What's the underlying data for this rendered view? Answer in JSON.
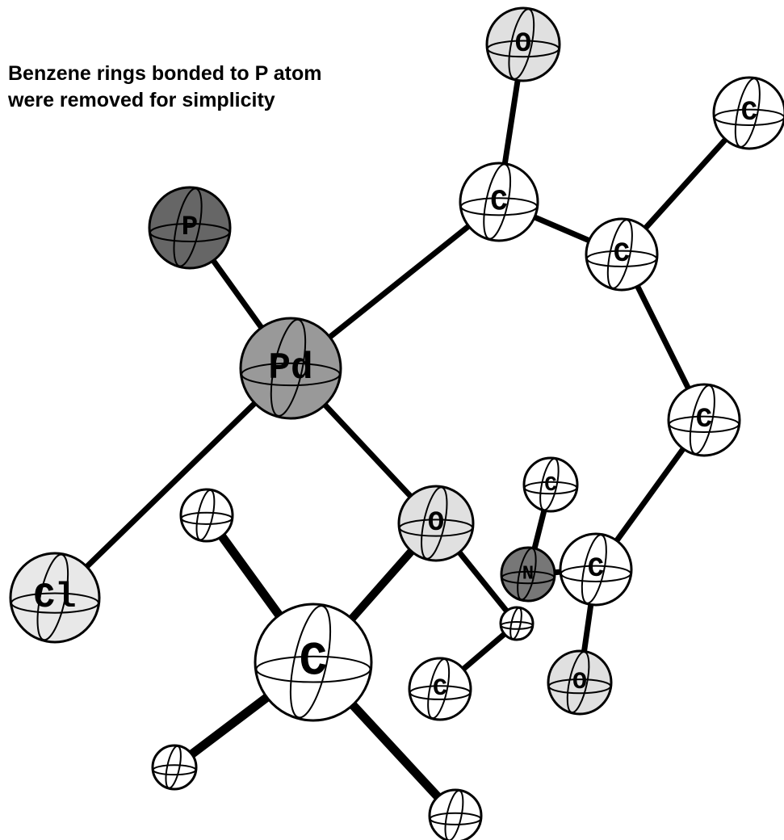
{
  "caption": {
    "line1": "Benzene rings bonded to P atom",
    "line2": "were removed for simplicity"
  },
  "element_shades": {
    "Pd": "#999999",
    "P": "#666666",
    "N": "#777777",
    "O": "#e0e0e0",
    "Cl": "#e8e8e8",
    "C": "#ffffff",
    "H": "#ffffff"
  },
  "atoms": [
    {
      "id": "Pd",
      "label": "Pd",
      "element": "Pd"
    },
    {
      "id": "P",
      "label": "P",
      "element": "P"
    },
    {
      "id": "Cl",
      "label": "Cl",
      "element": "Cl"
    },
    {
      "id": "O_top",
      "label": "O",
      "element": "O"
    },
    {
      "id": "C_carbonyl",
      "label": "C",
      "element": "C"
    },
    {
      "id": "C_methyl",
      "label": "C",
      "element": "C"
    },
    {
      "id": "C_alpha",
      "label": "C",
      "element": "C"
    },
    {
      "id": "C_ring",
      "label": "C",
      "element": "C"
    },
    {
      "id": "O_coord",
      "label": "O",
      "element": "O"
    },
    {
      "id": "C_N_methyl",
      "label": "C",
      "element": "C"
    },
    {
      "id": "N",
      "label": "N",
      "element": "N"
    },
    {
      "id": "C_amide",
      "label": "C",
      "element": "C"
    },
    {
      "id": "H_small",
      "label": "",
      "element": "H"
    },
    {
      "id": "C_lower",
      "label": "C",
      "element": "C"
    },
    {
      "id": "O_amide",
      "label": "O",
      "element": "O"
    },
    {
      "id": "C_big",
      "label": "C",
      "element": "C"
    },
    {
      "id": "H1",
      "label": "",
      "element": "H"
    },
    {
      "id": "H2",
      "label": "",
      "element": "H"
    },
    {
      "id": "H3",
      "label": "",
      "element": "H"
    }
  ],
  "bonds": [
    [
      "Pd",
      "P"
    ],
    [
      "Pd",
      "Cl"
    ],
    [
      "Pd",
      "C_carbonyl"
    ],
    [
      "Pd",
      "O_coord"
    ],
    [
      "O_top",
      "C_carbonyl"
    ],
    [
      "C_carbonyl",
      "C_alpha"
    ],
    [
      "C_alpha",
      "C_methyl"
    ],
    [
      "C_alpha",
      "C_ring"
    ],
    [
      "C_ring",
      "C_amide"
    ],
    [
      "C_amide",
      "O_amide"
    ],
    [
      "C_amide",
      "N"
    ],
    [
      "N",
      "C_N_methyl"
    ],
    [
      "O_coord",
      "H_small"
    ],
    [
      "O_coord",
      "C_big"
    ],
    [
      "H_small",
      "C_lower"
    ],
    [
      "C_big",
      "H1"
    ],
    [
      "C_big",
      "H2"
    ],
    [
      "C_big",
      "H3"
    ]
  ]
}
